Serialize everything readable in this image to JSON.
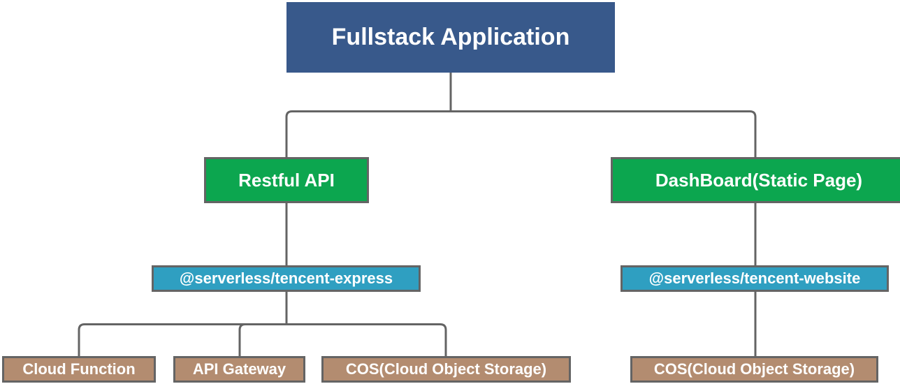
{
  "title": "Fullstack Application serverless architecture diagram",
  "colors": {
    "root": "#38598B",
    "feature": "#0CA64F",
    "component": "#2F9FC1",
    "resource": "#B38C70",
    "connector": "#646464",
    "text": "#FFFFFF"
  },
  "nodes": {
    "root": {
      "label": "Fullstack Application",
      "type": "root"
    },
    "restful_api": {
      "label": "Restful API",
      "type": "feature"
    },
    "dashboard": {
      "label": "DashBoard(Static Page)",
      "type": "feature"
    },
    "tencent_express": {
      "label": "@serverless/tencent-express",
      "type": "component"
    },
    "tencent_website": {
      "label": "@serverless/tencent-website",
      "type": "component"
    },
    "cloud_function": {
      "label": "Cloud Function",
      "type": "resource"
    },
    "api_gateway": {
      "label": "API Gateway",
      "type": "resource"
    },
    "cos_left": {
      "label": "COS(Cloud Object Storage)",
      "type": "resource"
    },
    "cos_right": {
      "label": "COS(Cloud Object Storage)",
      "type": "resource"
    }
  },
  "edges": [
    {
      "from": "root",
      "to": "restful_api"
    },
    {
      "from": "root",
      "to": "dashboard"
    },
    {
      "from": "restful_api",
      "to": "tencent_express"
    },
    {
      "from": "dashboard",
      "to": "tencent_website"
    },
    {
      "from": "tencent_express",
      "to": "cloud_function"
    },
    {
      "from": "tencent_express",
      "to": "api_gateway"
    },
    {
      "from": "tencent_express",
      "to": "cos_left"
    },
    {
      "from": "tencent_website",
      "to": "cos_right"
    }
  ]
}
